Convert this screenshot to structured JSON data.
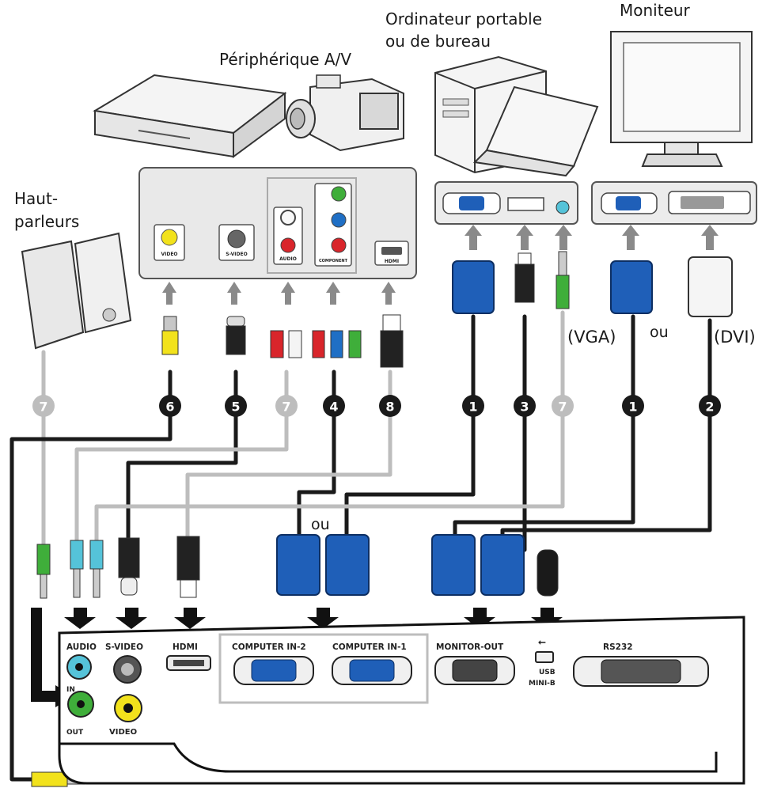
{
  "devices": {
    "av": "Périphérique A/V",
    "computer_line1": "Ordinateur portable",
    "computer_line2": "ou de bureau",
    "monitor": "Moniteur",
    "speakers_line1": "Haut-",
    "speakers_line2": "parleurs"
  },
  "labels": {
    "vga": "(VGA)",
    "or_right": "ou",
    "dvi": "(DVI)",
    "or_mid": "ou"
  },
  "av_ports": {
    "video": "VIDEO",
    "svideo": "S-VIDEO",
    "audio": "AUDIO",
    "component": "COMPONENT",
    "hdmi": "HDMI"
  },
  "cable_numbers": {
    "speaker": "7",
    "video": "6",
    "svideo": "5",
    "audio": "7",
    "component": "4",
    "hdmi": "8",
    "vga_pc": "1",
    "usb": "3",
    "audio_pc": "7",
    "vga_monitor": "1",
    "dvi": "2"
  },
  "projector_ports": {
    "audio": "AUDIO",
    "svideo": "S-VIDEO",
    "hdmi": "HDMI",
    "computer_in2": "COMPUTER IN-2",
    "computer_in1": "COMPUTER IN-1",
    "monitor_out": "MONITOR-OUT",
    "usb_line1": "USB",
    "usb_line2": "MINI-B",
    "rs232": "RS232",
    "in": "IN",
    "out": "OUT",
    "video": "VIDEO"
  },
  "colors": {
    "vga_blue": "#1f5fb8",
    "yellow": "#f2e21c",
    "red": "#d9252b",
    "green": "#3fae3a",
    "cyan": "#55c3d9",
    "cable_dark": "#1a1a1a",
    "cable_grey": "#bdbdbd"
  }
}
